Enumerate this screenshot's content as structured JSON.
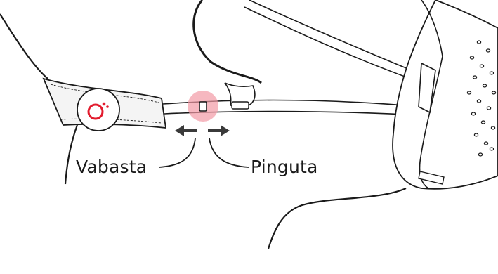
{
  "labels": {
    "loosen": "Vabasta",
    "tighten": "Pinguta"
  },
  "colors": {
    "line": "#1a1a1a",
    "strap_fill": "#f4f4f4",
    "accent_red": "#e21b2d",
    "highlight": "#f29aa5",
    "arrow": "#3a3a3a"
  },
  "icons": {
    "logo": "brand-logo-circle-dots",
    "slider": "strap-slider-buckle",
    "arrows": "left-right-arrows"
  }
}
